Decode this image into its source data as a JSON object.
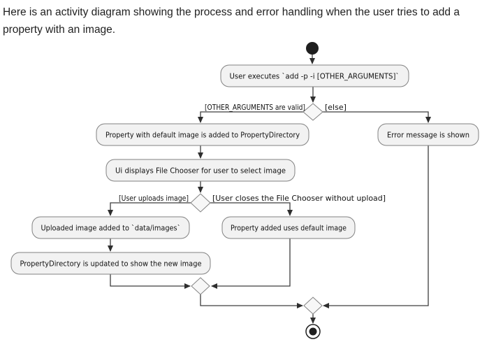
{
  "description": {
    "line1": "Here is an activity diagram showing the process and error handling when the user tries to add a",
    "line2": "property with an image."
  },
  "diagram": {
    "type": "uml-activity-diagram",
    "nodes": {
      "start": {
        "kind": "initial-node"
      },
      "execute": {
        "label": "User executes `add -p -i [OTHER_ARGUMENTS]`"
      },
      "add_default": {
        "label": "Property with default image is added to PropertyDirectory"
      },
      "error_shown": {
        "label": "Error message is shown"
      },
      "file_chooser": {
        "label": "Ui displays File Chooser for user to select image"
      },
      "image_added": {
        "label": "Uploaded image added to `data/images`"
      },
      "directory_updated": {
        "label": "PropertyDirectory is updated to show the new image"
      },
      "default_used": {
        "label": "Property added uses default image"
      },
      "end": {
        "kind": "final-node"
      }
    },
    "guards": {
      "arguments_valid": "[OTHER_ARGUMENTS are valid]",
      "else_branch": "[else]",
      "user_uploads": "[User uploads image]",
      "user_closes": "[User closes the File Chooser without upload]"
    },
    "colors": {
      "background": "#ffffff",
      "node_fill": "#f2f2f2",
      "diamond_fill": "#f7f7f7",
      "node_border": "#828282",
      "edge": "#3d3d3d",
      "text": "#111111",
      "terminal": "#1f1f1f"
    }
  }
}
